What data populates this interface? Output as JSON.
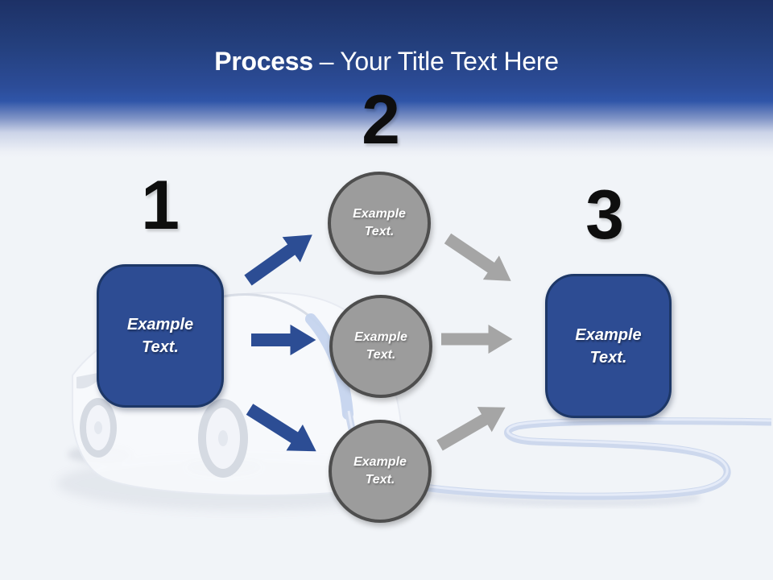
{
  "header": {
    "title_bold": "Process",
    "title_rest": "– Your Title Text Here"
  },
  "numbers": {
    "step1": "1",
    "step2": "2",
    "step3": "3"
  },
  "left_box": {
    "line1": "Example",
    "line2": "Text."
  },
  "right_box": {
    "line1": "Example",
    "line2": "Text."
  },
  "circles": [
    {
      "line1": "Example",
      "line2": "Text."
    },
    {
      "line1": "Example",
      "line2": "Text."
    },
    {
      "line1": "Example",
      "line2": "Text."
    }
  ],
  "colors": {
    "accent_blue": "#2c4d94",
    "box_fill": "#2d4c93",
    "box_border": "#1d3767",
    "circle_fill": "#9c9c9c",
    "circle_border": "#4e4e4e",
    "arrow_gray": "#a5a5a5",
    "header_top": "#1d3166",
    "header_blue": "#2f55a8",
    "background": "#f1f4f8",
    "number_color": "#0e0e0e",
    "cable_blue": "#cdd8ed"
  }
}
